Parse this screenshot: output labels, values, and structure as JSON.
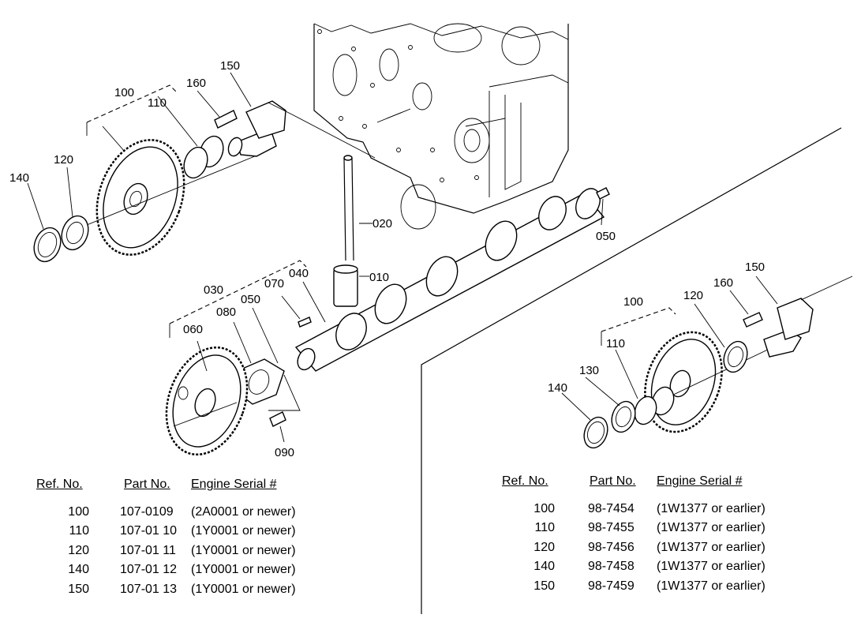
{
  "left_callouts": {
    "c100": "100",
    "c110": "110",
    "c120": "120",
    "c140": "140",
    "c150": "150",
    "c160": "160",
    "c020": "020",
    "c010": "010",
    "c050_top": "050",
    "c030": "030",
    "c050": "050",
    "c070": "070",
    "c040": "040",
    "c080": "080",
    "c060": "060",
    "c090": "090"
  },
  "right_callouts": {
    "c150": "150",
    "c160": "160",
    "c100": "100",
    "c120": "120",
    "c110": "110",
    "c130": "130",
    "c140": "140"
  },
  "left_table": {
    "headers": {
      "ref": "Ref. No.",
      "part": "Part No.",
      "serial": "Engine Serial #"
    },
    "rows": [
      {
        "ref": "100",
        "part": "107-0109",
        "serial": "(2A0001 or newer)"
      },
      {
        "ref": "110",
        "part": "107-01 10",
        "serial": "(1Y0001 or newer)"
      },
      {
        "ref": "120",
        "part": "107-01 11",
        "serial": "(1Y0001 or newer)"
      },
      {
        "ref": "140",
        "part": "107-01 12",
        "serial": "(1Y0001 or newer)"
      },
      {
        "ref": "150",
        "part": "107-01 13",
        "serial": "(1Y0001 or newer)"
      }
    ]
  },
  "right_table": {
    "headers": {
      "ref": "Ref. No.",
      "part": "Part No.",
      "serial": "Engine Serial #"
    },
    "rows": [
      {
        "ref": "100",
        "part": "98-7454",
        "serial": "(1W1377 or earlier)"
      },
      {
        "ref": "110",
        "part": "98-7455",
        "serial": "(1W1377 or earlier)"
      },
      {
        "ref": "120",
        "part": "98-7456",
        "serial": "(1W1377 or earlier)"
      },
      {
        "ref": "140",
        "part": "98-7458",
        "serial": "(1W1377 or earlier)"
      },
      {
        "ref": "150",
        "part": "98-7459",
        "serial": "(1W1377 or earlier)"
      }
    ]
  }
}
